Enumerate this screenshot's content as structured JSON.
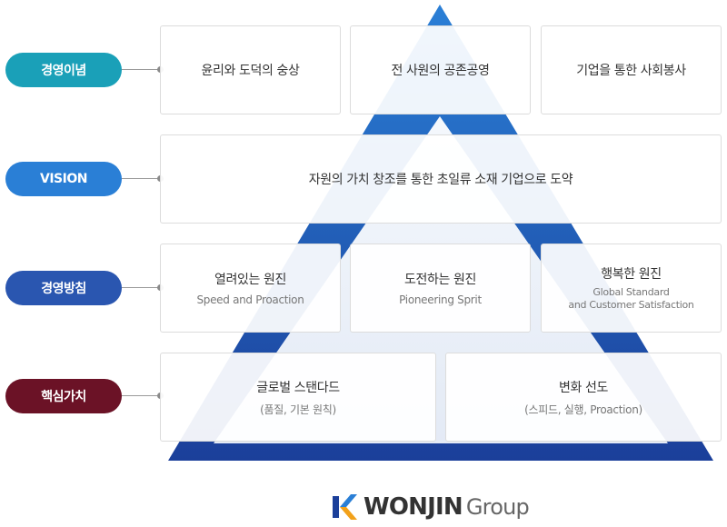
{
  "colors": {
    "pyramid_top": "#2a7fd6",
    "pyramid_bottom": "#1b3f9a",
    "pill_philosophy": "#1aa0b8",
    "pill_vision": "#2a7fd6",
    "pill_policy": "#2a56b0",
    "pill_core": "#6b1226"
  },
  "labels": {
    "philosophy": "경영이념",
    "vision": "VISION",
    "policy": "경영방침",
    "core": "핵심가치"
  },
  "philosophy": {
    "item1": "윤리와 도덕의 숭상",
    "item2": "전 사원의 공존공영",
    "item3": "기업을 통한 사회봉사"
  },
  "vision": {
    "text": "자원의 가치 창조를 통한 초일류 소재 기업으로 도약"
  },
  "policy": {
    "item1_title": "열려있는 원진",
    "item1_sub": "Speed and Proaction",
    "item2_title": "도전하는 원진",
    "item2_sub": "Pioneering Sprit",
    "item3_title": "행복한 원진",
    "item3_sub1": "Global Standard",
    "item3_sub2": "and Customer Satisfaction"
  },
  "core": {
    "item1_title": "글로벌 스탠다드",
    "item1_sub": "(품질, 기본 원칙)",
    "item2_title": "변화 선도",
    "item2_sub": "(스피드, 실행, Proaction)"
  },
  "logo": {
    "brand": "WONJIN",
    "group": "Group"
  }
}
